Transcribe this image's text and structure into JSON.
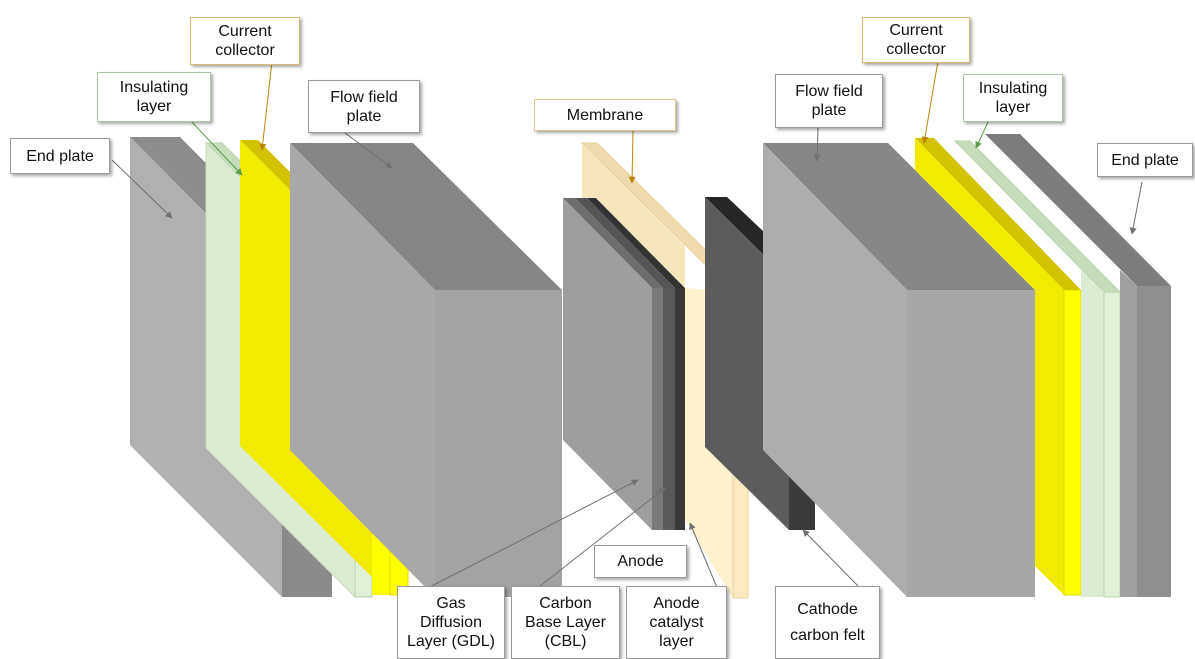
{
  "labels": {
    "end_plate_left": "End plate",
    "insulating_layer_left": "Insulating\nlayer",
    "current_collector_left": "Current\ncollector",
    "flow_field_plate_left": "Flow field\nplate",
    "membrane": "Membrane",
    "flow_field_plate_right": "Flow field\nplate",
    "current_collector_right": "Current\ncollector",
    "insulating_layer_right": "Insulating\nlayer",
    "end_plate_right": "End plate",
    "anode": "Anode",
    "gas_diffusion_layer": "Gas\nDiffusion\nLayer (GDL)",
    "carbon_base_layer": "Carbon\nBase Layer\n(CBL)",
    "anode_catalyst_layer": "Anode\ncatalyst\nlayer",
    "cathode_carbon_felt": "Cathode\ncarbon felt"
  },
  "colors": {
    "grey_plate": "#a6a6a6",
    "insulating_green": "#e2efd9",
    "collector_yellow": "#ffff00",
    "membrane_tan": "#fff2cc",
    "dark_felt": "#3a3a3a",
    "gdl_grey": "#999999"
  }
}
